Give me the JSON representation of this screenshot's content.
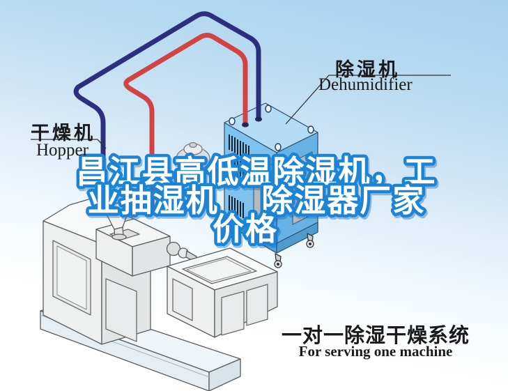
{
  "headline": {
    "line1": "昌江县高低温除湿机，工",
    "line2": "业抽湿机　 除湿器厂家",
    "line3": "价格",
    "fill": "#ffffff",
    "outline": "#1b84d6"
  },
  "equipment_labels": {
    "hopper": {
      "zh": "干燥机",
      "en": "Hopper"
    },
    "dehumidifier": {
      "zh": "除湿机",
      "en": "Dehumidifier"
    }
  },
  "slogan": {
    "zh": "一对一除湿干燥系统",
    "en": "For serving one machine"
  },
  "colors": {
    "sky_top": "#a6d1ee",
    "sky_bottom": "#ffffff",
    "pipe_red": "#d24444",
    "pipe_navy": "#2b2f7e",
    "cabinet_top": "#b5dcf5",
    "cabinet_left": "#7fc2ee",
    "cabinet_right": "#66b2e4",
    "cabinet_kick": "#57a5d8",
    "cabinet_outline": "#2c4f6e",
    "machine_fill_top": "#f7f9f9",
    "machine_fill_front": "#eef0f0",
    "machine_fill_side": "#e2e5e6",
    "machine_base": "#e6eef3",
    "machine_outline": "#555555",
    "label_text": "#1a1a1a"
  }
}
